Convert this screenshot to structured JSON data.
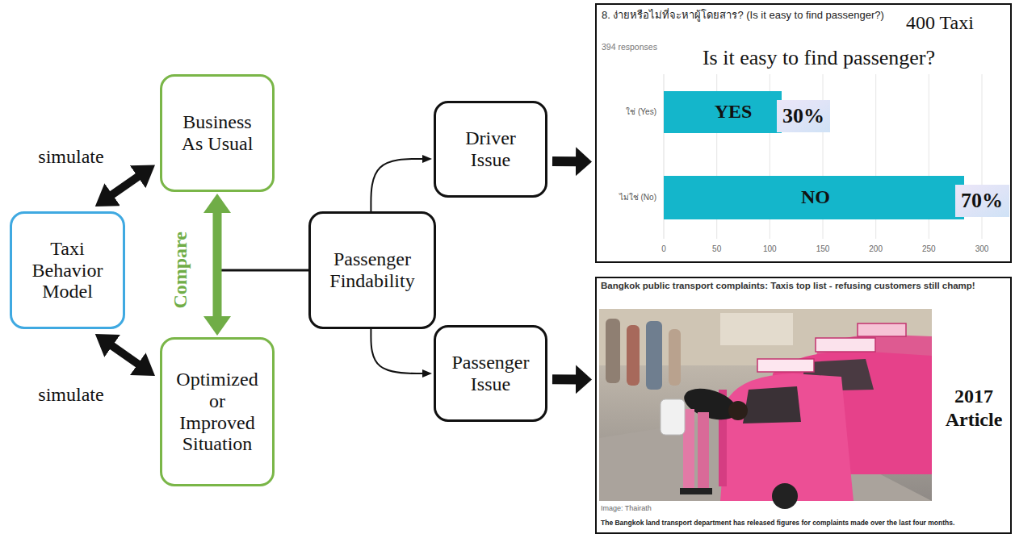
{
  "diagram": {
    "nodes": [
      {
        "text": [
          "Taxi Behavior Model"
        ]
      },
      {
        "text": [
          "Business As Usual"
        ]
      },
      {
        "text": [
          "Optimized or Improved Situation"
        ]
      },
      {
        "text": [
          "Passenger Findability"
        ]
      },
      {
        "text": [
          "Driver Issue"
        ]
      },
      {
        "text": [
          "Passenger Issue"
        ]
      },
      {
        "text": [
          "8. ง่ายหรือไม่ที่จะหาผู้โดยสาร? (Is it easy to find passenger?)",
          "400 Taxi",
          "394 responses",
          "Is it easy to find passenger?"
        ]
      },
      {
        "text": [
          "Bangkok public transport complaints: Taxis top list - refusing customers still champ!",
          "2017 Article",
          "Image: Thairath",
          "The Bangkok land transport department has released figures for complaints made over the last four months."
        ]
      }
    ],
    "edges": [
      {
        "from": 0,
        "to": 1,
        "arrow": "both",
        "label": "simulate"
      },
      {
        "from": 0,
        "to": 2,
        "arrow": "both",
        "label": "simulate"
      },
      {
        "from": 1,
        "to": 2,
        "arrow": "both",
        "label": "Compare"
      },
      {
        "from": 3,
        "to": 4,
        "arrow": "to"
      },
      {
        "from": 3,
        "to": 5,
        "arrow": "to"
      },
      {
        "from": 4,
        "to": 6,
        "arrow": "to"
      },
      {
        "from": 5,
        "to": 7,
        "arrow": "to"
      }
    ],
    "labels": [
      "ใช่ (Yes)",
      "YES",
      "30%",
      "ไม่ใช่ (No)",
      "NO",
      "70%",
      "0",
      "50",
      "100",
      "150",
      "200",
      "250",
      "300"
    ]
  }
}
